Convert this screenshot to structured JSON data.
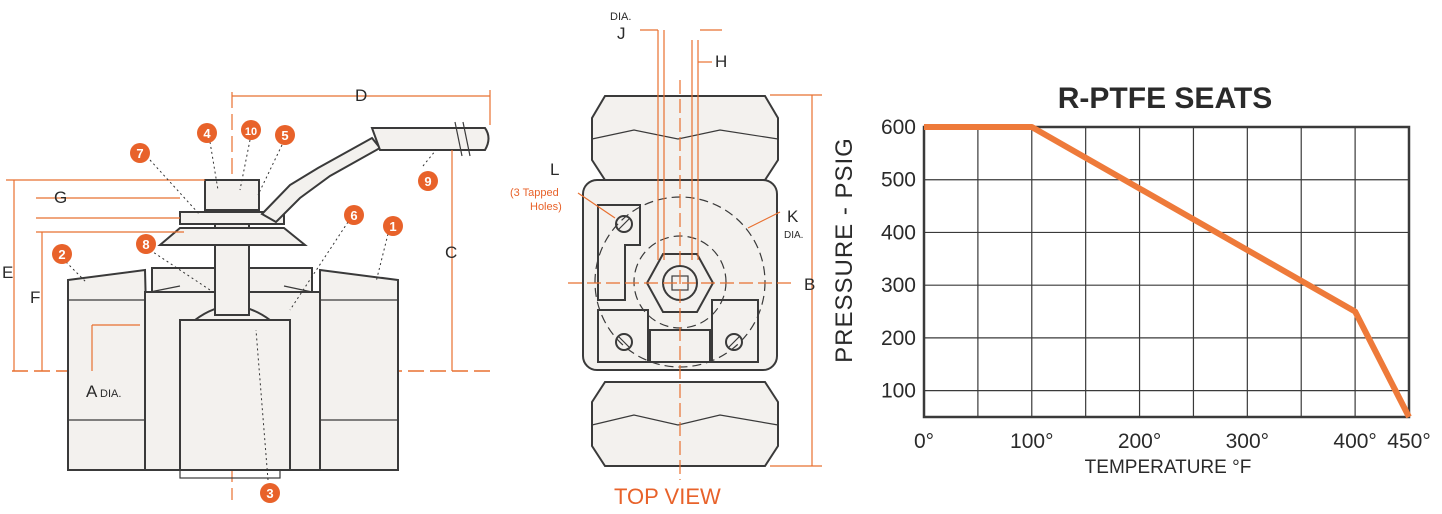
{
  "side_view": {
    "dims": {
      "D": "D",
      "G": "G",
      "E": "E",
      "F": "F",
      "C": "C",
      "A": "A",
      "dia": "DIA."
    },
    "parts": [
      "1",
      "2",
      "3",
      "4",
      "5",
      "6",
      "7",
      "8",
      "9",
      "10"
    ]
  },
  "top_view": {
    "title": "TOP VIEW",
    "dims": {
      "J": "J",
      "dia_j": "DIA.",
      "H": "H",
      "L": "L",
      "L_note_1": "(3 Tapped",
      "L_note_2": "Holes)",
      "K": "K",
      "dia_k": "DIA.",
      "B": "B"
    }
  },
  "chart_data": {
    "type": "line",
    "title": "R-PTFE SEATS",
    "xlabel": "TEMPERATURE °F",
    "ylabel": "PRESSURE - PSIG",
    "xlim": [
      0,
      450
    ],
    "ylim": [
      50,
      600
    ],
    "x_ticks": [
      0,
      100,
      200,
      300,
      400,
      450
    ],
    "x_tick_labels": [
      "0°",
      "100°",
      "200°",
      "300°",
      "400°",
      "450°"
    ],
    "y_ticks": [
      100,
      200,
      300,
      400,
      500,
      600
    ],
    "y_tick_labels": [
      "100",
      "200",
      "300",
      "400",
      "500",
      "600"
    ],
    "grid": true,
    "series": [
      {
        "x": [
          0,
          100,
          400,
          450
        ],
        "y": [
          600,
          600,
          250,
          50
        ],
        "color": "#ee7a3a"
      }
    ]
  }
}
